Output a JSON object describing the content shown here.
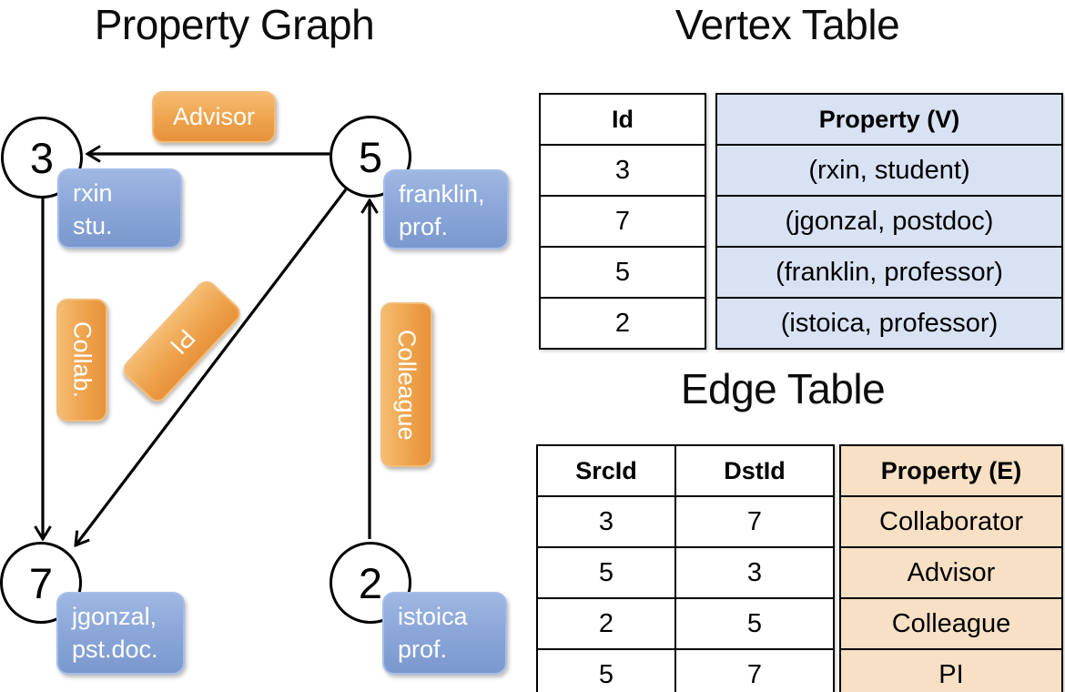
{
  "graph": {
    "title": "Property Graph",
    "nodes": [
      {
        "id": "3",
        "property_lines": [
          "rxin",
          "stu."
        ]
      },
      {
        "id": "5",
        "property_lines": [
          "franklin,",
          "prof."
        ]
      },
      {
        "id": "7",
        "property_lines": [
          "jgonzal,",
          "pst.doc."
        ]
      },
      {
        "id": "2",
        "property_lines": [
          "istoica",
          "prof."
        ]
      }
    ],
    "edge_labels": {
      "advisor": "Advisor",
      "collab": "Collab.",
      "pi": "PI",
      "colleague": "Colleague"
    }
  },
  "vertex_table": {
    "title": "Vertex Table",
    "id_header": "Id",
    "property_header": "Property (V)",
    "rows": [
      {
        "id": "3",
        "property": "(rxin, student)"
      },
      {
        "id": "7",
        "property": "(jgonzal, postdoc)"
      },
      {
        "id": "5",
        "property": "(franklin, professor)"
      },
      {
        "id": "2",
        "property": "(istoica, professor)"
      }
    ]
  },
  "edge_table": {
    "title": "Edge Table",
    "src_header": "SrcId",
    "dst_header": "DstId",
    "property_header": "Property (E)",
    "rows": [
      {
        "src": "3",
        "dst": "7",
        "property": "Collaborator"
      },
      {
        "src": "5",
        "dst": "3",
        "property": "Advisor"
      },
      {
        "src": "2",
        "dst": "5",
        "property": "Colleague"
      },
      {
        "src": "5",
        "dst": "7",
        "property": "PI"
      }
    ]
  },
  "colors": {
    "edge_label_orange_light": "#F5BC72",
    "edge_label_orange_dark": "#E8923A",
    "vertex_box_blue_light": "#9FB7E2",
    "vertex_box_blue_dark": "#7B98CE",
    "vertex_cell_fill": "#D8E2F3",
    "edge_cell_fill": "#F7E0C4",
    "line_color": "#000000"
  }
}
